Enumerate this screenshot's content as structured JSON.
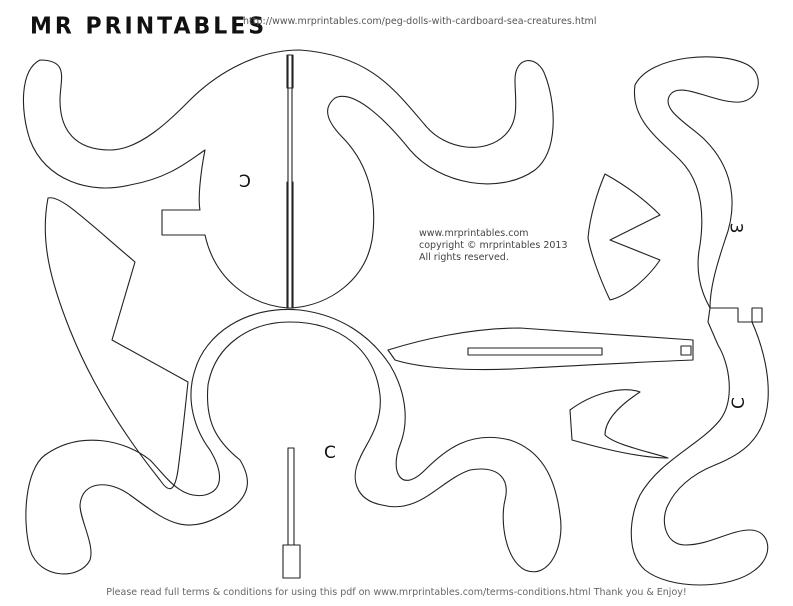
{
  "header": {
    "logo": "MR PRINTABLES",
    "url": "http://www.mrprintables.com/peg-dolls-with-cardboard-sea-creatures.html"
  },
  "copyright": {
    "line1": "www.mrprintables.com",
    "line2": "copyright © mrprintables  2013",
    "line3": "All rights reserved."
  },
  "footer": {
    "text": "Please read full terms & conditions for using this pdf on www.mrprintables.com/terms-conditions.html Thank you & Enjoy!"
  },
  "labels": {
    "c1": "C",
    "c2": "C",
    "e1": "3",
    "c3": "C"
  }
}
